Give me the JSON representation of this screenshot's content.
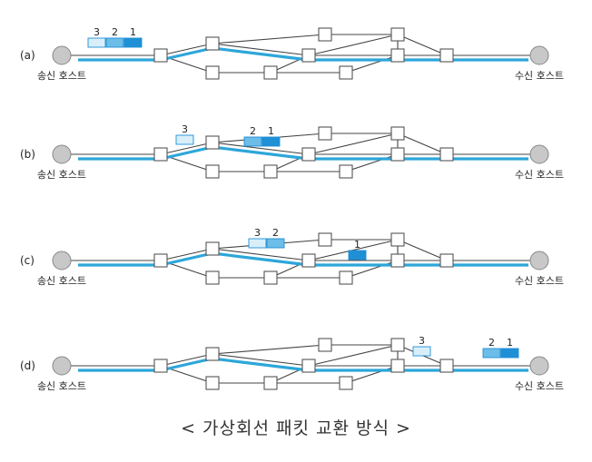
{
  "colors": {
    "route": "#2da6d9",
    "link": "#444444",
    "node_stroke": "#555555",
    "host_fill": "#c8c8c8",
    "packet_dark": "#1f8fd6",
    "packet_mid": "#6cbde8",
    "packet_light": "#d8eff9",
    "text": "#222222"
  },
  "hosts": {
    "sender_label": "송신 호스트",
    "receiver_label": "수신 호스트"
  },
  "caption": "< 가상회선 패킷 교환 방식 >",
  "panels": [
    {
      "label": "(a)",
      "packets": [
        {
          "label": "3",
          "shade": "light"
        },
        {
          "label": "2",
          "shade": "mid"
        },
        {
          "label": "1",
          "shade": "dark"
        }
      ]
    },
    {
      "label": "(b)",
      "packets": [
        {
          "label": "3",
          "shade": "light"
        },
        {
          "label": "2",
          "shade": "mid"
        },
        {
          "label": "1",
          "shade": "dark"
        }
      ]
    },
    {
      "label": "(c)",
      "packets": [
        {
          "label": "3",
          "shade": "light"
        },
        {
          "label": "2",
          "shade": "mid"
        },
        {
          "label": "1",
          "shade": "dark"
        }
      ]
    },
    {
      "label": "(d)",
      "packets": [
        {
          "label": "3",
          "shade": "light"
        },
        {
          "label": "2",
          "shade": "mid"
        },
        {
          "label": "1",
          "shade": "dark"
        }
      ]
    }
  ]
}
